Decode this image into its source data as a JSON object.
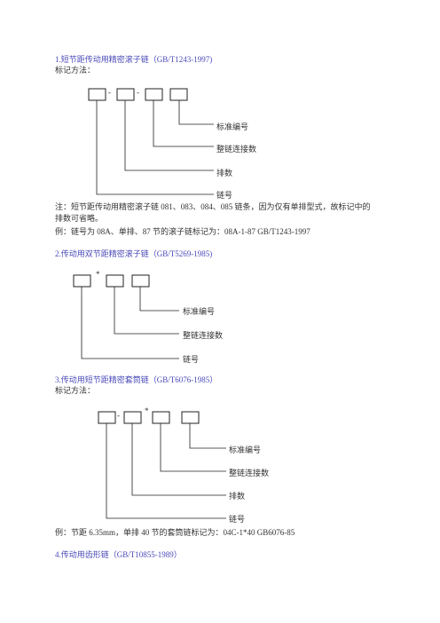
{
  "section1": {
    "title": "1.短节距传动用精密滚子链（GB/T1243-1997)",
    "marking_label": "标记方法：",
    "diagram": {
      "sep1": "-",
      "sep2": "-",
      "labels": [
        "标准编号",
        "整链连接数",
        "排数",
        "链号"
      ]
    },
    "note_line1": "注：短节距传动用精密滚子链 081、083、084、085 链条，因为仅有单排型式，故标记中的",
    "note_line2": "排数可省略。",
    "example": "例：链号为 08A、单排、87 节的滚子链标记为：08A-1-87 GB/T1243-1997"
  },
  "section2": {
    "title": "2.传动用双节距精密滚子链（GB/T5269-1985)",
    "diagram": {
      "sep1": "*",
      "labels": [
        "标准编号",
        "整链连接数",
        "链号"
      ]
    }
  },
  "section3": {
    "title": "3.传动用短节距精密套筒链（GB/T6076-1985）",
    "marking_label": "标记方法：",
    "diagram": {
      "sep1": "-",
      "sep2": "*",
      "labels": [
        "标准编号",
        "整链连接数",
        "排数",
        "链号"
      ]
    },
    "example": "例：节距 6.35mm，单排 40 节的套筒链标记为：04C-1*40 GB6076-85"
  },
  "section4": {
    "title": "4.传动用齿形链（GB/T10855-1989）"
  }
}
